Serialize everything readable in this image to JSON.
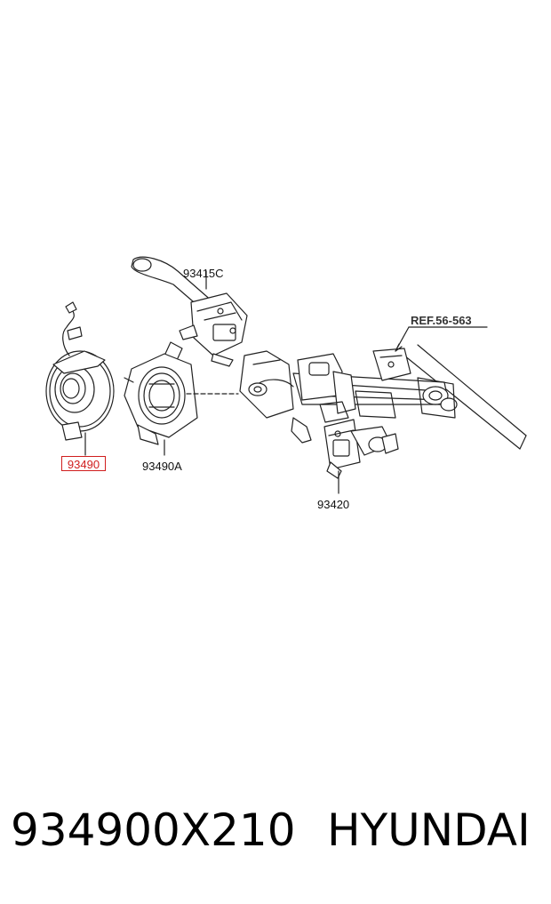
{
  "diagram": {
    "callouts": {
      "switch_assembly": "93415C",
      "clock_spring_housing": "93490A",
      "multifunction_switch": "93420",
      "reference": "REF.56-563",
      "highlighted_part": "93490"
    },
    "highlight_color": "#d01e1e"
  },
  "footer": {
    "part_number": "934900X210",
    "brand": "HYUNDAI"
  }
}
